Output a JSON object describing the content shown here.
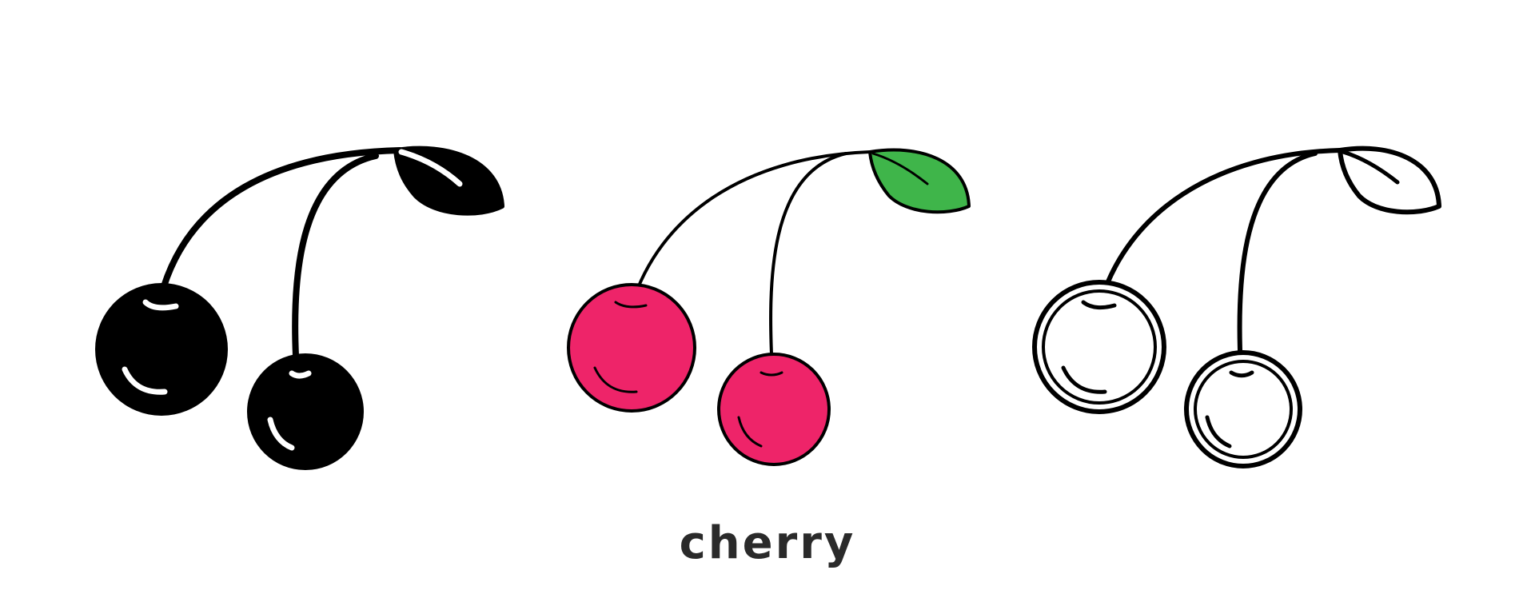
{
  "caption": "cherry",
  "colors": {
    "outline": "#000000",
    "background": "#ffffff",
    "cherry_red": "#ee2469",
    "leaf_green": "#3fb54a",
    "caption_text": "#2a2a2a"
  },
  "icons": [
    {
      "name": "cherry-glyph-icon",
      "style": "glyph"
    },
    {
      "name": "cherry-colored-icon",
      "style": "colored"
    },
    {
      "name": "cherry-outline-icon",
      "style": "outline"
    }
  ]
}
